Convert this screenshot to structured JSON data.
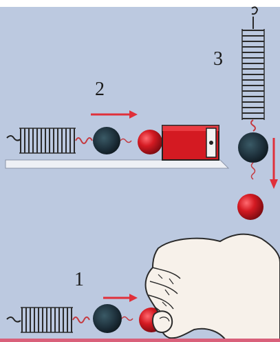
{
  "labels": {
    "step1": "1",
    "step2": "2",
    "step3": "3"
  },
  "colors": {
    "background": "#bcc9e0",
    "spring": "#2a2a2a",
    "ball_dark": "#1d2f3a",
    "ball_red": "#d01018",
    "magnet_red": "#d41a22",
    "arrow_red": "#e0303a",
    "skin": "#f7f1ea"
  }
}
